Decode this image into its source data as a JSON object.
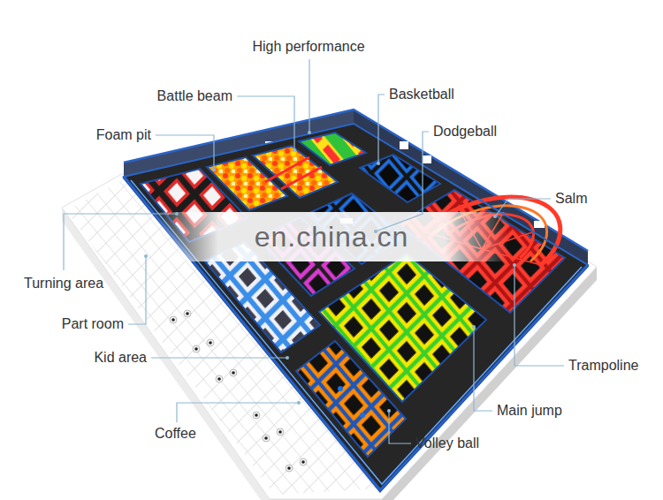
{
  "diagram": {
    "labels": [
      "High performance",
      "Battle beam",
      "Basketball",
      "Foam pit",
      "Dodgeball",
      "Salm",
      "en.china.cn",
      "Turning area",
      "Part room",
      "Kid area",
      "Trampoline",
      "Main jump",
      "Coffee",
      "Volley ball"
    ]
  }
}
